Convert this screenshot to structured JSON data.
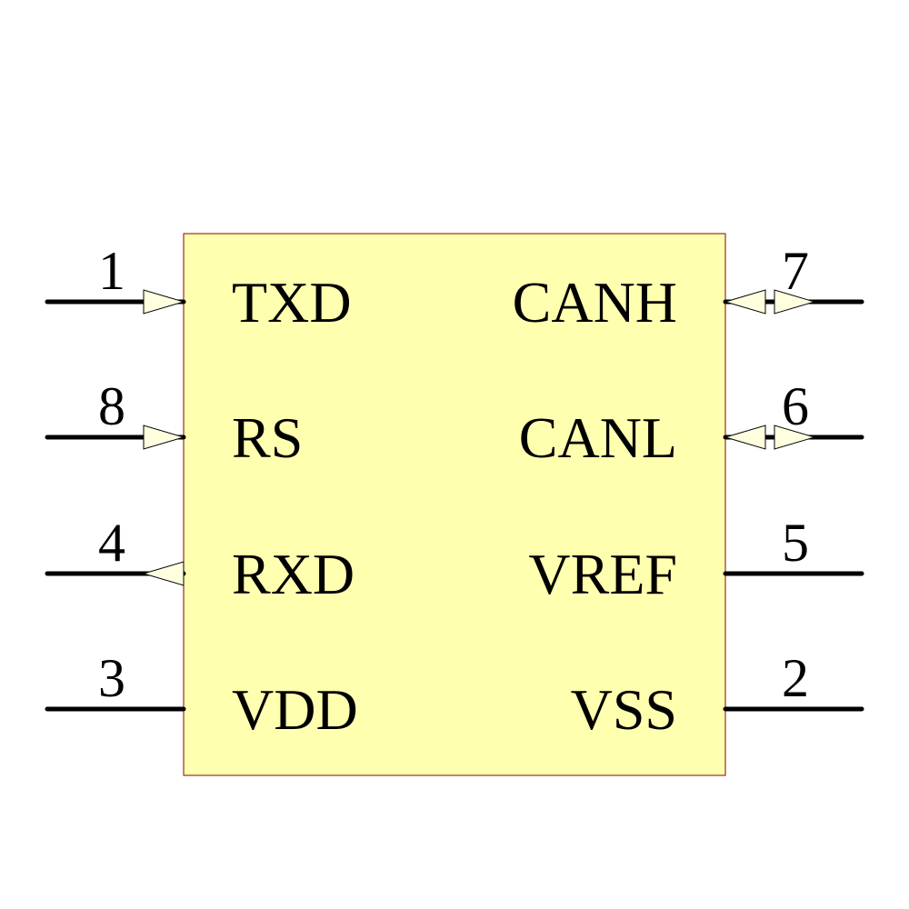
{
  "component": {
    "body_color": "#ffffb0",
    "body_border_color": "#8b0000",
    "arrow_fill": "#ffffe0",
    "left_pins": [
      {
        "number": "1",
        "name": "TXD",
        "direction": "input"
      },
      {
        "number": "8",
        "name": "RS",
        "direction": "input"
      },
      {
        "number": "4",
        "name": "RXD",
        "direction": "output"
      },
      {
        "number": "3",
        "name": "VDD",
        "direction": "passive"
      }
    ],
    "right_pins": [
      {
        "number": "7",
        "name": "CANH",
        "direction": "bidirectional"
      },
      {
        "number": "6",
        "name": "CANL",
        "direction": "bidirectional"
      },
      {
        "number": "5",
        "name": "VREF",
        "direction": "passive"
      },
      {
        "number": "2",
        "name": "VSS",
        "direction": "passive"
      }
    ]
  }
}
